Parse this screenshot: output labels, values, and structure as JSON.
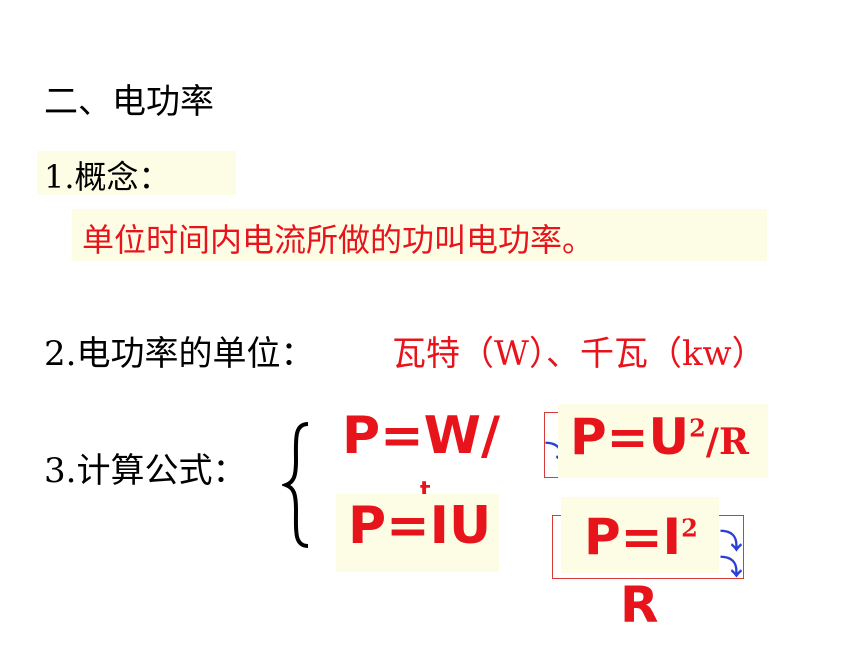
{
  "heading": "二、电功率",
  "concept": {
    "label": "1.概念：",
    "definition": "单位时间内电流所做的功叫电功率。"
  },
  "units": {
    "label": "2.电功率的单位：",
    "value": "瓦特（W）、千瓦（kw）"
  },
  "formulas": {
    "label": "3.计算公式：",
    "f1": "P=W/",
    "f1_fragment": "t",
    "f2_main": "P=U",
    "f2_sup": "2",
    "f2_suffix": "/R",
    "f3": "P=IU",
    "f4_main": "P=I",
    "f4_sup": "2",
    "f4_tail": "R"
  }
}
